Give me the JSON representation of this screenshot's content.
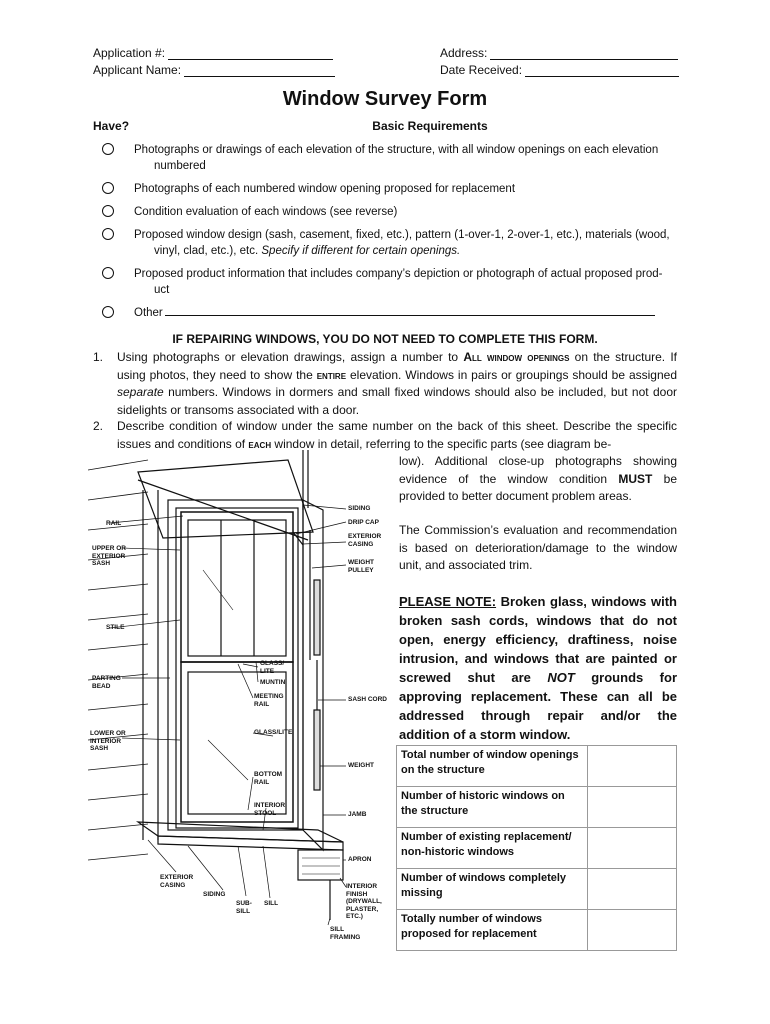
{
  "header": {
    "application_label": "Application #:",
    "applicant_label": "Applicant Name:",
    "address_label": "Address:",
    "date_label": "Date Received:"
  },
  "title": "Window Survey Form",
  "columns": {
    "have": "Have?",
    "basic": "Basic Requirements"
  },
  "requirements": [
    {
      "line1": "Photographs or drawings of each elevation of the structure, with all window openings on each elevation",
      "line2": "numbered"
    },
    {
      "line1": "Photographs of each numbered window opening proposed for replacement",
      "line2": ""
    },
    {
      "line1": "Condition evaluation of each windows (see reverse)",
      "line2": ""
    },
    {
      "line1": "Proposed window design (sash, casement, fixed, etc.), pattern (1-over-1, 2-over-1, etc.), materials (wood,",
      "line2": "vinyl, clad, etc.), etc.",
      "line2_italic": "Specify if different for certain openings."
    },
    {
      "line1": "Proposed product information that includes company’s depiction or photograph of actual proposed prod-",
      "line2": "uct"
    },
    {
      "line1": "Other",
      "line2": ""
    }
  ],
  "repair_heading": "IF REPAIRING WINDOWS, YOU DO NOT NEED TO COMPLETE THIS FORM.",
  "steps": {
    "s1_num": "1.",
    "s1_a": "Using photographs or elevation drawings, assign a number to ",
    "s1_b": "All window openings",
    "s1_c": " on the structure. If using photos, they need to show the ",
    "s1_d": "entire",
    "s1_e": " elevation. Windows in pairs or groupings should be assigned ",
    "s1_f": "separate",
    "s1_g": " numbers. Windows in dormers and small fixed windows should also be included, but not door sidelights or transoms associated with a door.",
    "s2_num": "2.",
    "s2_a": "Describe condition of window under the same number on the back of this sheet. Describe the specific issues and conditions of ",
    "s2_b": "each",
    "s2_c": " window in detail, referring to the specific parts (see diagram be-"
  },
  "right_text": {
    "cont_a": "low). Additional close-up photographs showing evidence of the window condition ",
    "cont_b": "MUST",
    "cont_c": " be provided to better document problem areas.",
    "commission": "The Commission’s evaluation and recommendation is based on deterioration/damage to the window unit, and associated trim."
  },
  "note": {
    "label": "PLEASE NOTE:",
    "a": " Broken glass, windows with broken sash cords, windows that do not open, energy efficiency, draftiness, noise intrusion, and windows that are painted or screwed shut are ",
    "not": "NOT",
    "b": " grounds for approving replacement. These can all be addressed through repair and/or the addition of a storm window."
  },
  "counts": [
    {
      "label": "Total number of window openings on the structure",
      "value": ""
    },
    {
      "label": "Number of historic windows on the structure",
      "value": ""
    },
    {
      "label": "Number of existing replacement/ non-historic windows",
      "value": ""
    },
    {
      "label": "Number of windows completely missing",
      "value": ""
    },
    {
      "label": "Totally number of windows proposed for replacement",
      "value": ""
    }
  ],
  "diagram_labels": {
    "rail": "RAIL",
    "upper_sash": "UPPER OR EXTERIOR SASH",
    "stile": "STILE",
    "parting_bead": "PARTING BEAD",
    "lower_sash": "LOWER OR INTERIOR SASH",
    "exterior_casing_bottom": "EXTERIOR CASING",
    "siding_bottom": "SIDING",
    "sub_sill": "SUB-SILL",
    "sill": "SILL",
    "sill_framing": "SILL FRAMING",
    "siding_top": "SIDING",
    "drip_cap": "DRIP CAP",
    "exterior_casing_top": "EXTERIOR CASING",
    "weight_pulley": "WEIGHT PULLEY",
    "glass_lite": "GLASS/ LITE",
    "muntin": "MUNTIN",
    "meeting_rail": "MEETING RAIL",
    "sash_cord": "SASH CORD",
    "glass_lite_2": "GLASS/LITE",
    "weight": "WEIGHT",
    "bottom_rail": "BOTTOM RAIL",
    "interior_stool": "INTERIOR STOOL",
    "jamb": "JAMB",
    "apron": "APRON",
    "interior_finish": "INTERIOR FINISH (DRYWALL, PLASTER, ETC.)"
  }
}
